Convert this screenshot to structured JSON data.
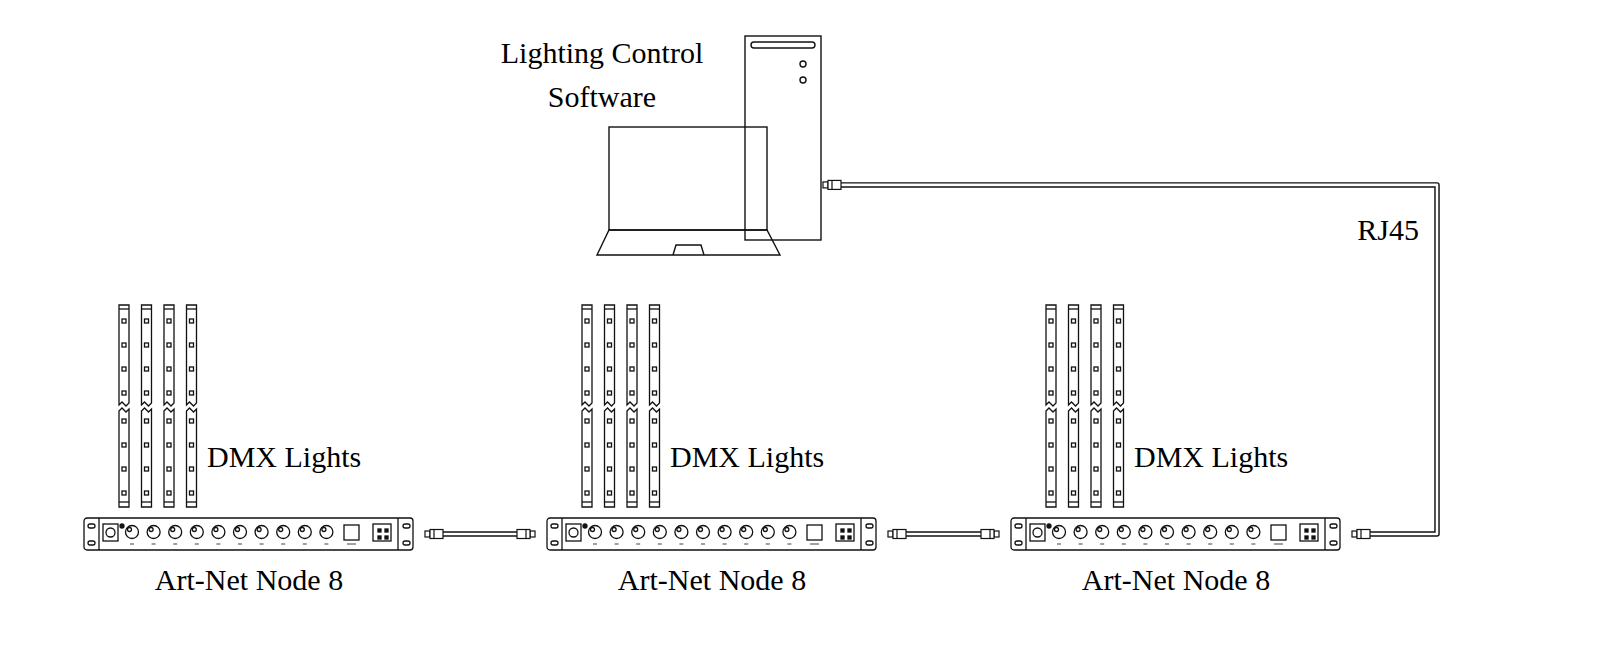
{
  "diagram": {
    "nodes": [
      {
        "text": [
          "Lighting Control Software"
        ]
      },
      {
        "text": [
          "DMX Lights"
        ]
      },
      {
        "text": [
          "Art-Net Node 8"
        ]
      },
      {
        "text": [
          "DMX Lights"
        ]
      },
      {
        "text": [
          "Art-Net Node 8"
        ]
      },
      {
        "text": [
          "DMX Lights"
        ]
      },
      {
        "text": [
          "Art-Net Node 8"
        ]
      }
    ],
    "edges": [
      {
        "from": 0,
        "to": 6,
        "arrow": "none",
        "label": "RJ45"
      },
      {
        "from": 6,
        "to": 4,
        "arrow": "none"
      },
      {
        "from": 4,
        "to": 2,
        "arrow": "none"
      }
    ]
  }
}
